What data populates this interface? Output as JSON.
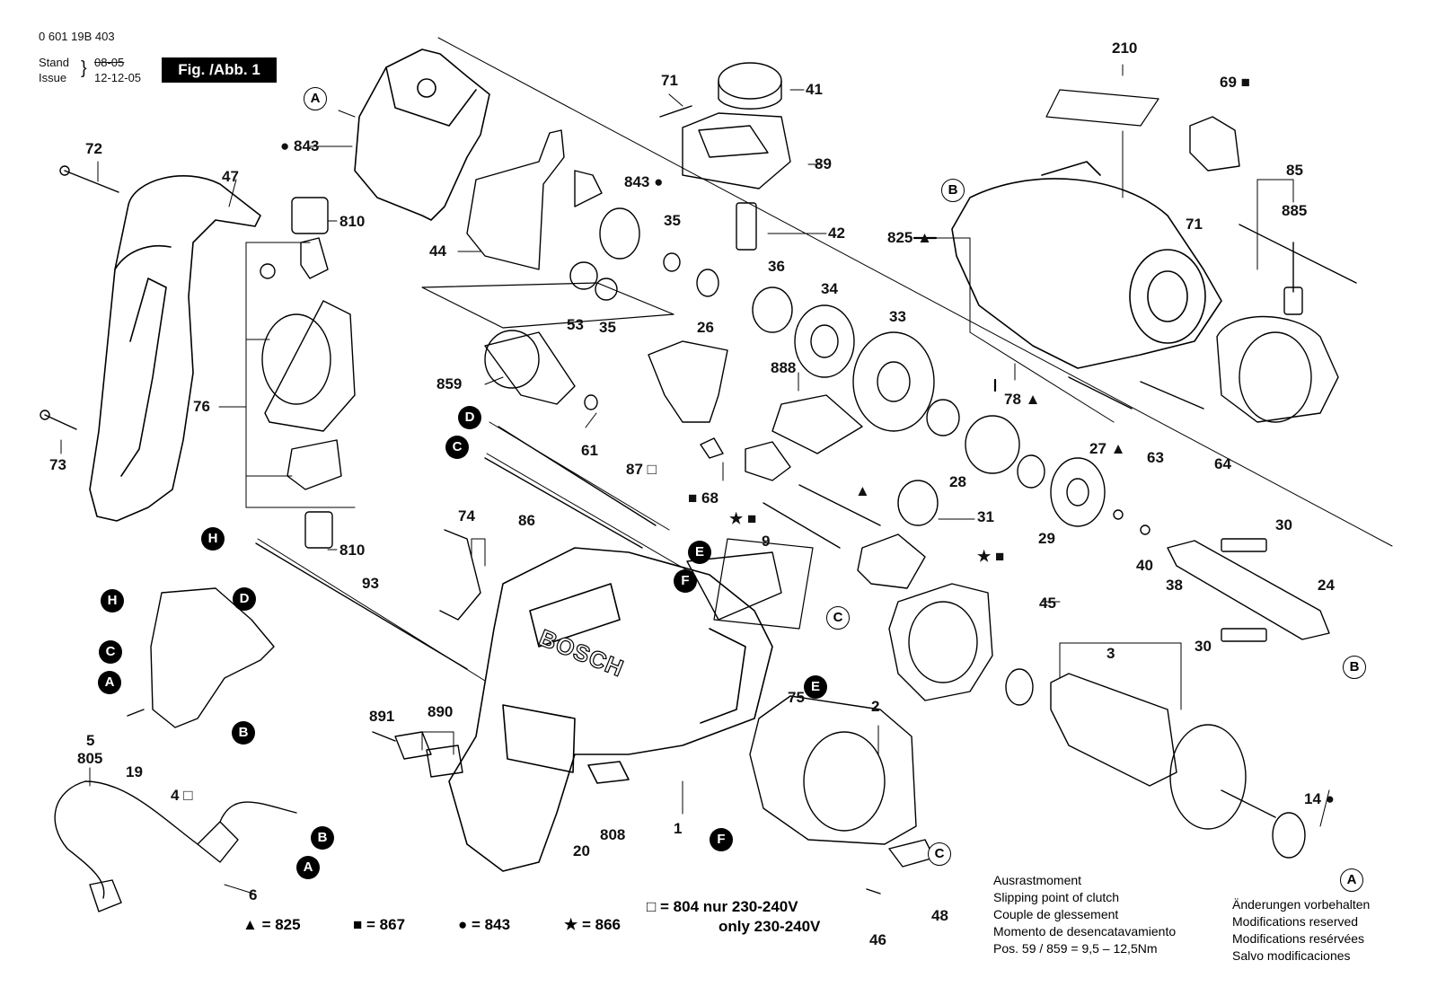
{
  "header": {
    "part_number": "0 601 19B 403",
    "stand_label": "Stand",
    "issue_label": "Issue",
    "stand_old_date": "08-05",
    "issue_date": "12-12-05",
    "figure_label": "Fig. /Abb. 1"
  },
  "part_numbers": {
    "p72": "72",
    "p47": "47",
    "p73": "73",
    "p810a": "810",
    "p810b": "810",
    "p76": "76",
    "p843a": "843",
    "p843b": "843",
    "p44": "44",
    "p71a": "71",
    "p41": "41",
    "p89": "89",
    "p42": "42",
    "p35a": "35",
    "p35b": "35",
    "p53": "53",
    "p26": "26",
    "p36": "36",
    "p34": "34",
    "p33": "33",
    "p859": "859",
    "p61": "61",
    "p888": "888",
    "p68": "68",
    "p87": "87",
    "p86": "86",
    "p74": "74",
    "p93": "93",
    "p9": "9",
    "p31": "31",
    "p28": "28",
    "p29": "29",
    "p78": "78",
    "p27": "27",
    "p210": "210",
    "p69": "69",
    "p85": "85",
    "p885": "885",
    "p71b": "71",
    "p825": "825",
    "p63": "63",
    "p64": "64",
    "p40": "40",
    "p38": "38",
    "p30a": "30",
    "p30b": "30",
    "p24": "24",
    "p45": "45",
    "p3": "3",
    "p75": "75",
    "p2": "2",
    "p14": "14",
    "p48": "48",
    "p46": "46",
    "p1": "1",
    "p20": "20",
    "p808": "808",
    "p891": "891",
    "p890": "890",
    "p5": "5",
    "p805": "805",
    "p19": "19",
    "p4": "4",
    "p6": "6"
  },
  "connectors": {
    "A1": "A",
    "A2": "A",
    "A3": "A",
    "A4": "A",
    "B1": "B",
    "B2": "B",
    "B3": "B",
    "B4": "B",
    "C1": "C",
    "C2": "C",
    "C3": "C",
    "C4": "C",
    "D1": "D",
    "D2": "D",
    "E1": "E",
    "E2": "E",
    "F1": "F",
    "F2": "F",
    "H1": "H",
    "H2": "H"
  },
  "markers": {
    "triangle": "▲",
    "square": "■",
    "circle": "●",
    "star": "★",
    "open_square": "□"
  },
  "legend": {
    "triangle_text": "= 825",
    "square_text": "= 867",
    "circle_text": "= 843",
    "star_text": "= 866",
    "open_square_line1": "= 804 nur 230-240V",
    "open_square_line2": "only 230-240V"
  },
  "clutch_note": {
    "lines": [
      "Ausrastmoment",
      "Slipping point of clutch",
      "Couple de glessement",
      "Momento de desencatavamiento",
      "Pos.  59 / 859  =  9,5 – 12,5Nm"
    ]
  },
  "modifications_note": {
    "lines": [
      "Änderungen vorbehalten",
      "Modifications reserved",
      "Modifications resérvées",
      "Salvo modificaciones"
    ]
  },
  "housing_brand": "BOSCH"
}
